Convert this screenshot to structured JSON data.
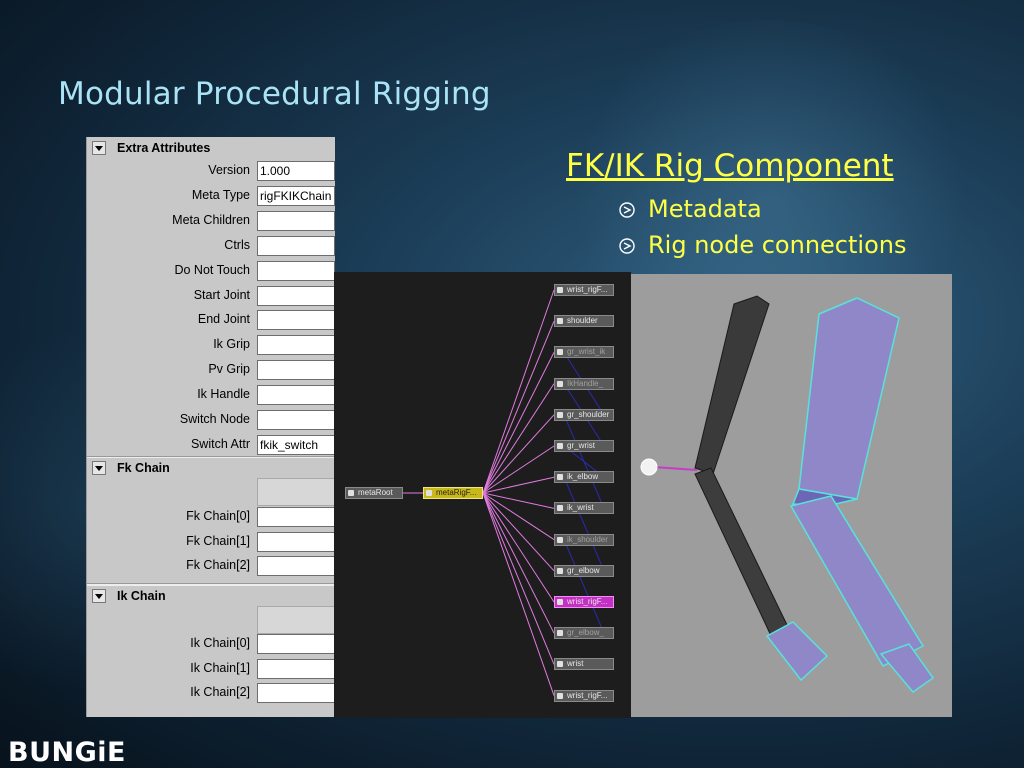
{
  "slide": {
    "title": "Modular Procedural Rigging",
    "heading": "FK/IK Rig Component",
    "bullets": [
      "Metadata",
      "Rig node connections"
    ],
    "logo": "BUNGiE"
  },
  "attr_panel": {
    "sections": [
      {
        "title": "Extra Attributes",
        "rows": [
          {
            "label": "Version",
            "value": "1.000"
          },
          {
            "label": "Meta Type",
            "value": "rigFKIKChain"
          },
          {
            "label": "Meta Children",
            "value": ""
          },
          {
            "label": "Ctrls",
            "value": ""
          },
          {
            "label": "Do Not Touch",
            "value": ""
          },
          {
            "label": "Start Joint",
            "value": ""
          },
          {
            "label": "End Joint",
            "value": ""
          },
          {
            "label": "Ik Grip",
            "value": ""
          },
          {
            "label": "Pv Grip",
            "value": ""
          },
          {
            "label": "Ik Handle",
            "value": ""
          },
          {
            "label": "Switch Node",
            "value": ""
          },
          {
            "label": "Switch Attr",
            "value": "fkik_switch"
          }
        ]
      },
      {
        "title": "Fk Chain",
        "rows": [
          {
            "label": "Fk Chain[0]",
            "value": ""
          },
          {
            "label": "Fk Chain[1]",
            "value": ""
          },
          {
            "label": "Fk Chain[2]",
            "value": ""
          }
        ]
      },
      {
        "title": "Ik Chain",
        "rows": [
          {
            "label": "Ik Chain[0]",
            "value": ""
          },
          {
            "label": "Ik Chain[1]",
            "value": ""
          },
          {
            "label": "Ik Chain[2]",
            "value": ""
          }
        ]
      }
    ]
  },
  "graph": {
    "root": "metaRoot",
    "rig": "metaRigF...",
    "nodes": [
      {
        "label": "wrist_rigF...",
        "style": "gray"
      },
      {
        "label": "shoulder",
        "style": "gray"
      },
      {
        "label": "gr_wrist_ik",
        "style": "dim"
      },
      {
        "label": "IkHandle_",
        "style": "dim"
      },
      {
        "label": "gr_shoulder",
        "style": "gray"
      },
      {
        "label": "gr_wrist",
        "style": "gray"
      },
      {
        "label": "ik_elbow",
        "style": "gray"
      },
      {
        "label": "ik_wrist",
        "style": "gray"
      },
      {
        "label": "ik_shoulder",
        "style": "dim"
      },
      {
        "label": "gr_elbow",
        "style": "gray"
      },
      {
        "label": "wrist_rigF...",
        "style": "pink"
      },
      {
        "label": "gr_elbow_",
        "style": "dim"
      },
      {
        "label": "wrist",
        "style": "gray"
      },
      {
        "label": "wrist_rigF...",
        "style": "gray"
      }
    ]
  },
  "colors": {
    "title": "#a9e3f5",
    "accent": "#ffff44",
    "wire": "#e07be0",
    "rig_node": "#c9b81a"
  }
}
